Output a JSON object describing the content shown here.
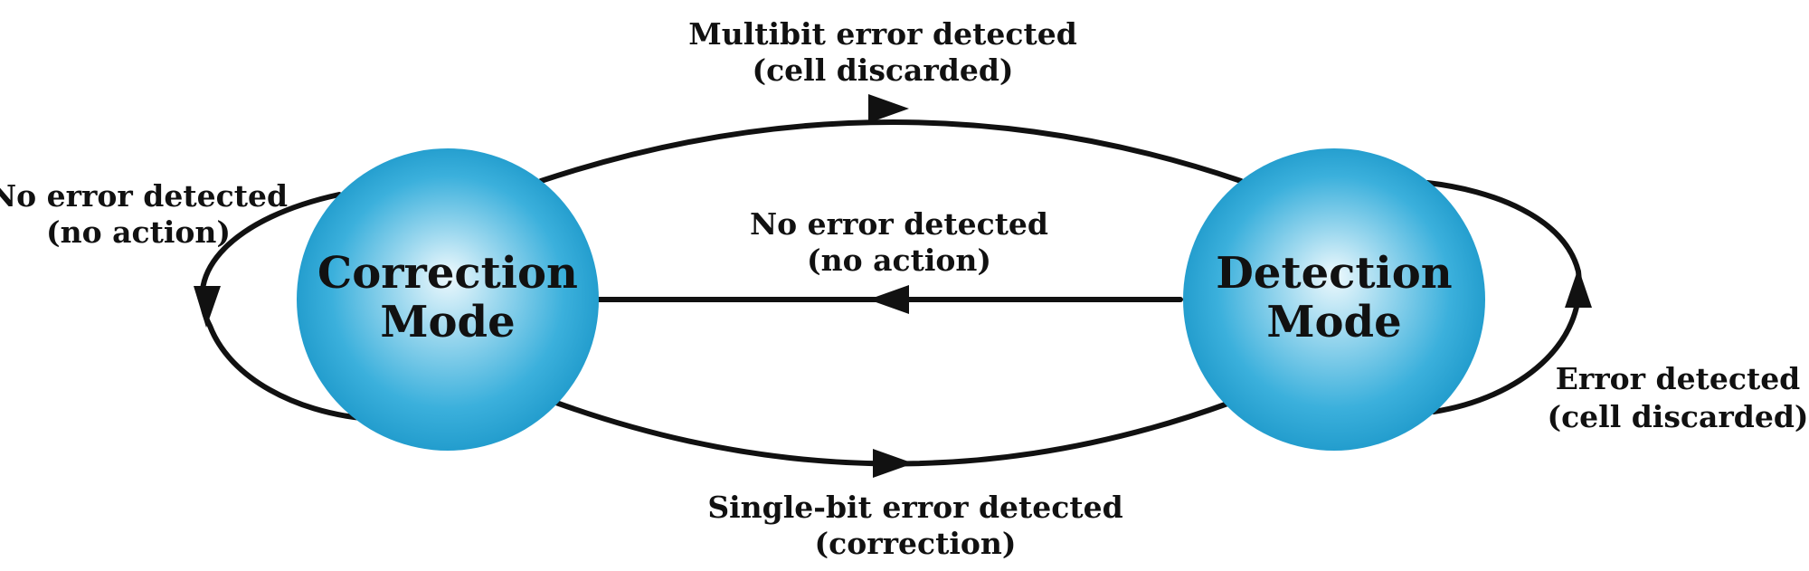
{
  "colors": {
    "node_fill_center": "#e8f6fb",
    "node_fill_edge": "#1e9fd0",
    "line": "#111111"
  },
  "nodes": {
    "correction": {
      "line1": "Correction",
      "line2": "Mode"
    },
    "detection": {
      "line1": "Detection",
      "line2": "Mode"
    }
  },
  "edges": {
    "top": {
      "line1": "Multibit error detected",
      "line2": "(cell discarded)"
    },
    "middle": {
      "line1": "No error detected",
      "line2": "(no action)"
    },
    "bottom": {
      "line1": "Single-bit error detected",
      "line2": "(correction)"
    },
    "left_loop": {
      "line1": "No error detected",
      "line2": "(no action)"
    },
    "right_loop": {
      "line1": "Error detected",
      "line2": "(cell discarded)"
    }
  }
}
